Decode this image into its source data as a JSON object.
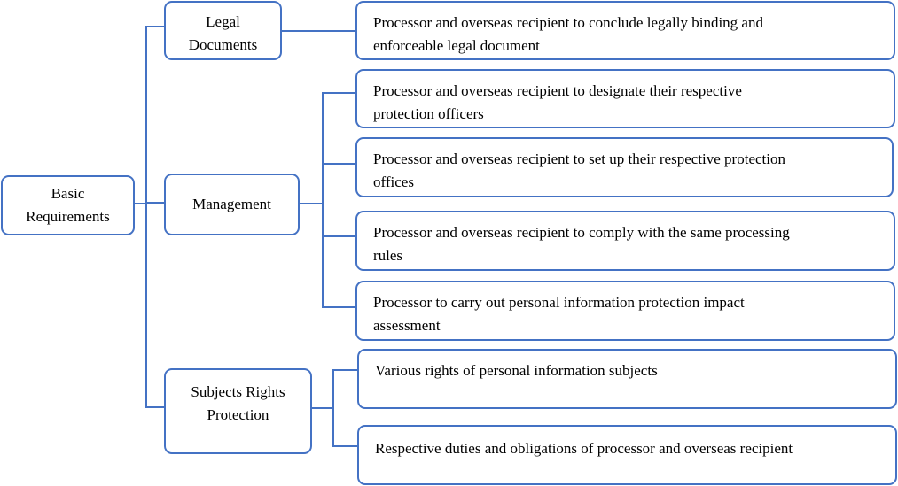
{
  "root": {
    "label_line1": "Basic",
    "label_line2": "Requirements"
  },
  "categories": [
    {
      "line1": "Legal",
      "line2": "Documents"
    },
    {
      "line1": "Management",
      "line2": ""
    },
    {
      "line1": "Subjects Rights",
      "line2": "Protection"
    }
  ],
  "details": {
    "legal": [
      {
        "line1": "Processor and overseas recipient to conclude legally binding and",
        "line2": "enforceable legal document"
      }
    ],
    "management": [
      {
        "line1": "Processor and overseas recipient to designate their respective",
        "line2": "protection officers"
      },
      {
        "line1": "Processor and overseas recipient to set up their respective protection",
        "line2": "offices"
      },
      {
        "line1": "Processor and overseas recipient to comply with the same processing",
        "line2": "rules"
      },
      {
        "line1": "Processor to carry out personal information protection impact",
        "line2": "assessment"
      }
    ],
    "rights": [
      {
        "line1": "Various rights of personal information subjects",
        "line2": ""
      },
      {
        "line1": "Respective duties and obligations of processor and overseas recipient",
        "line2": ""
      }
    ]
  },
  "colors": {
    "border": "#4472c4",
    "text": "#000000",
    "background": "#ffffff"
  }
}
